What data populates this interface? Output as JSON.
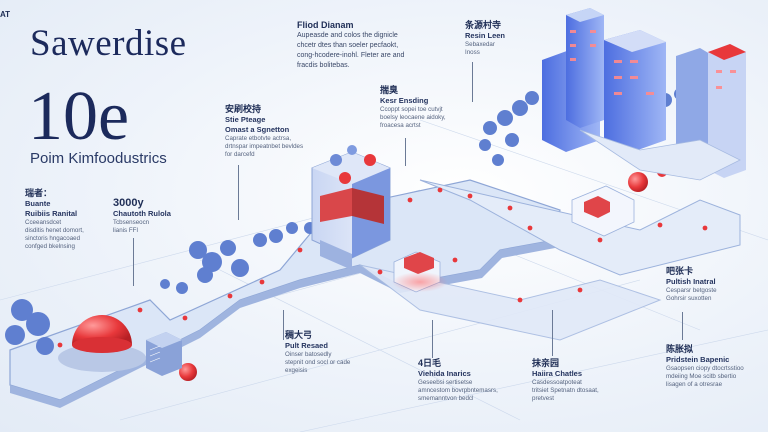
{
  "corner_tag": "AT",
  "brand": "Sawerdise",
  "headline": "10e",
  "subtitle": "Poim Kimfoodustrics",
  "intro": {
    "title": "Fliod Dianam",
    "lines": [
      "Aupeasde and colos the dignicle",
      "chcetr dtes than soeler pecfaokt,",
      "cong-hcodere-inohl. Fleter are and",
      "fracdis bolitebas."
    ]
  },
  "callouts": [
    {
      "id": "c1",
      "zh": "瑞者：",
      "title": "Buante",
      "sub": "Ruibiis Ranital",
      "desc": [
        "Cceeansdcet",
        "disditis henet domort,",
        "sinctoris hngacoaed",
        "confged bkelnsing"
      ]
    },
    {
      "id": "c2",
      "zh": "",
      "title": "3000y",
      "sub": "Chautoth Rulola",
      "desc": [
        "Tcbsenseocn",
        "lianis FFI"
      ]
    },
    {
      "id": "c3",
      "zh": "安刷校持",
      "title": "Stie Pteage",
      "sub": "Omast a Sgnetton",
      "desc": [
        "Caprate etbotvte actrsa,",
        "drtnspar impeatnbet bevldes",
        "for darcefd"
      ]
    },
    {
      "id": "c4",
      "zh": "揣臭",
      "title": "Kesr Ensding",
      "sub": "",
      "desc": [
        "Ccoppt sopei toe cutvjt",
        "boelsy leocaene aidoky,",
        "froacesa acrtst"
      ]
    },
    {
      "id": "c5",
      "zh": "条源村寺",
      "title": "Resin Leen",
      "sub": "",
      "desc": [
        "Sebaxedar",
        "Inoss"
      ]
    },
    {
      "id": "c6",
      "zh": "稠大弓",
      "title": "Pult Resaed",
      "sub": "",
      "desc": [
        "Oinser batosedly",
        "stepnit ond socl or cade",
        "exgeisis"
      ]
    },
    {
      "id": "c7",
      "zh": "4日毛",
      "title": "Viehida Inarics",
      "sub": "",
      "desc": [
        "Geseebsi sertisetse",
        "amncestom bovrpbntemasrs,",
        "smemanntvon bedcl"
      ]
    },
    {
      "id": "c8",
      "zh": "抹亲园",
      "title": "Haiira Chatles",
      "sub": "",
      "desc": [
        "Casdessoatpoteat",
        "tritsiet Spetnatn dtosaat,",
        "pretvest"
      ]
    },
    {
      "id": "c9",
      "zh": "吧张卡",
      "title": "Pultish Inatral",
      "sub": "",
      "desc": [
        "Cesparsr betgoste",
        "Gohrsir suxotten"
      ]
    },
    {
      "id": "c10",
      "zh": "陈胀拟",
      "title": "Pridstein Bapenic",
      "sub": "",
      "desc": [
        "Gsaopsen ciopy dtocrtsstioo",
        "mdeiing Moe scitb sbertio",
        "lisagen of a otresrae"
      ]
    }
  ]
}
